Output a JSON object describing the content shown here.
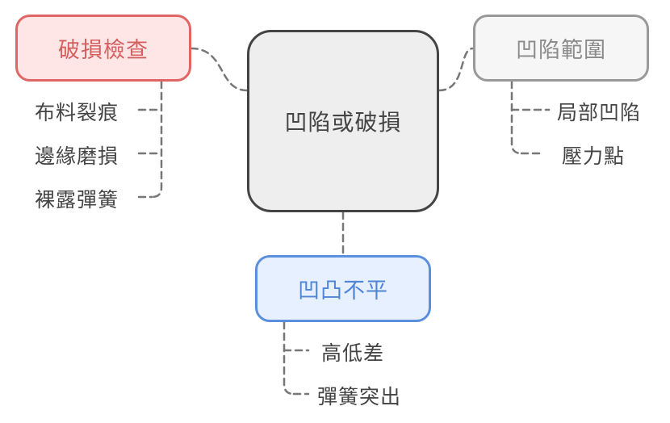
{
  "center": {
    "label": "凹陷或破損"
  },
  "branches": {
    "damage": {
      "label": "破損檢查",
      "items": [
        "布料裂痕",
        "邊緣磨損",
        "裸露彈簧"
      ]
    },
    "dent": {
      "label": "凹陷範圍",
      "items": [
        "局部凹陷",
        "壓力點"
      ]
    },
    "uneven": {
      "label": "凹凸不平",
      "items": [
        "高低差",
        "彈簧突出"
      ]
    }
  },
  "colors": {
    "damage_border": "#e06666",
    "damage_fill": "#ffe6e6",
    "dent_border": "#999999",
    "dent_fill": "#f6f6f6",
    "uneven_border": "#5b8fdd",
    "uneven_fill": "#e6f0ff",
    "center_border": "#444444",
    "center_fill": "#eeeeee",
    "connector": "#777777"
  }
}
